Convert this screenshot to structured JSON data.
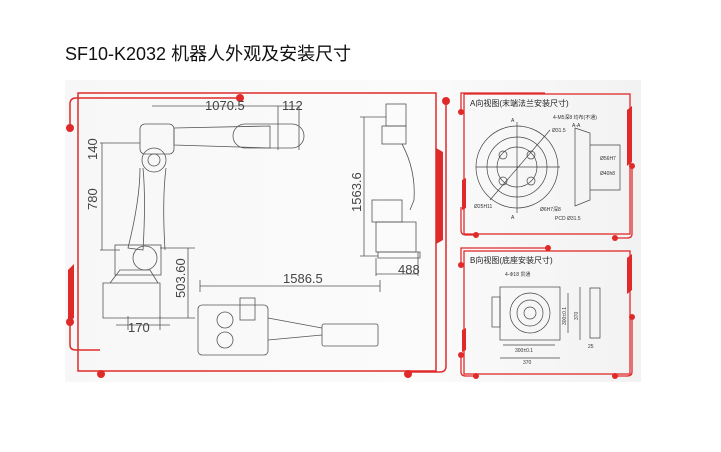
{
  "title": "SF10-K2032 机器人外观及安装尺寸",
  "colors": {
    "accent": "#e02a2a",
    "line": "#555555"
  },
  "main_view": {
    "dimensions": {
      "reach_horizontal": "1070.5",
      "wrist_offset": "112",
      "shoulder_offset": "140",
      "upper_arm": "780",
      "base_height": "503.60",
      "base_offset": "170",
      "total_height": "1563.6",
      "side_depth": "488",
      "total_length": "1586.5"
    }
  },
  "view_a": {
    "title": "A向视图(末端法兰安装尺寸)",
    "section_label": "A-A",
    "marker": "A",
    "notes": [
      "4-M5深8 均布(不通)",
      "Ø31.5",
      "Ø56H7",
      "Ø25H11",
      "Ø40h8",
      "Ø6H7深8",
      "PCD Ø31.5"
    ]
  },
  "view_b": {
    "title": "B向视图(底座安装尺寸)",
    "holes_note": "4-Φ18 贯通",
    "dims": {
      "inner_w": "300±0.1",
      "outer_w": "370",
      "inner_h": "300±0.1",
      "outer_h": "370",
      "thickness": "25"
    }
  }
}
